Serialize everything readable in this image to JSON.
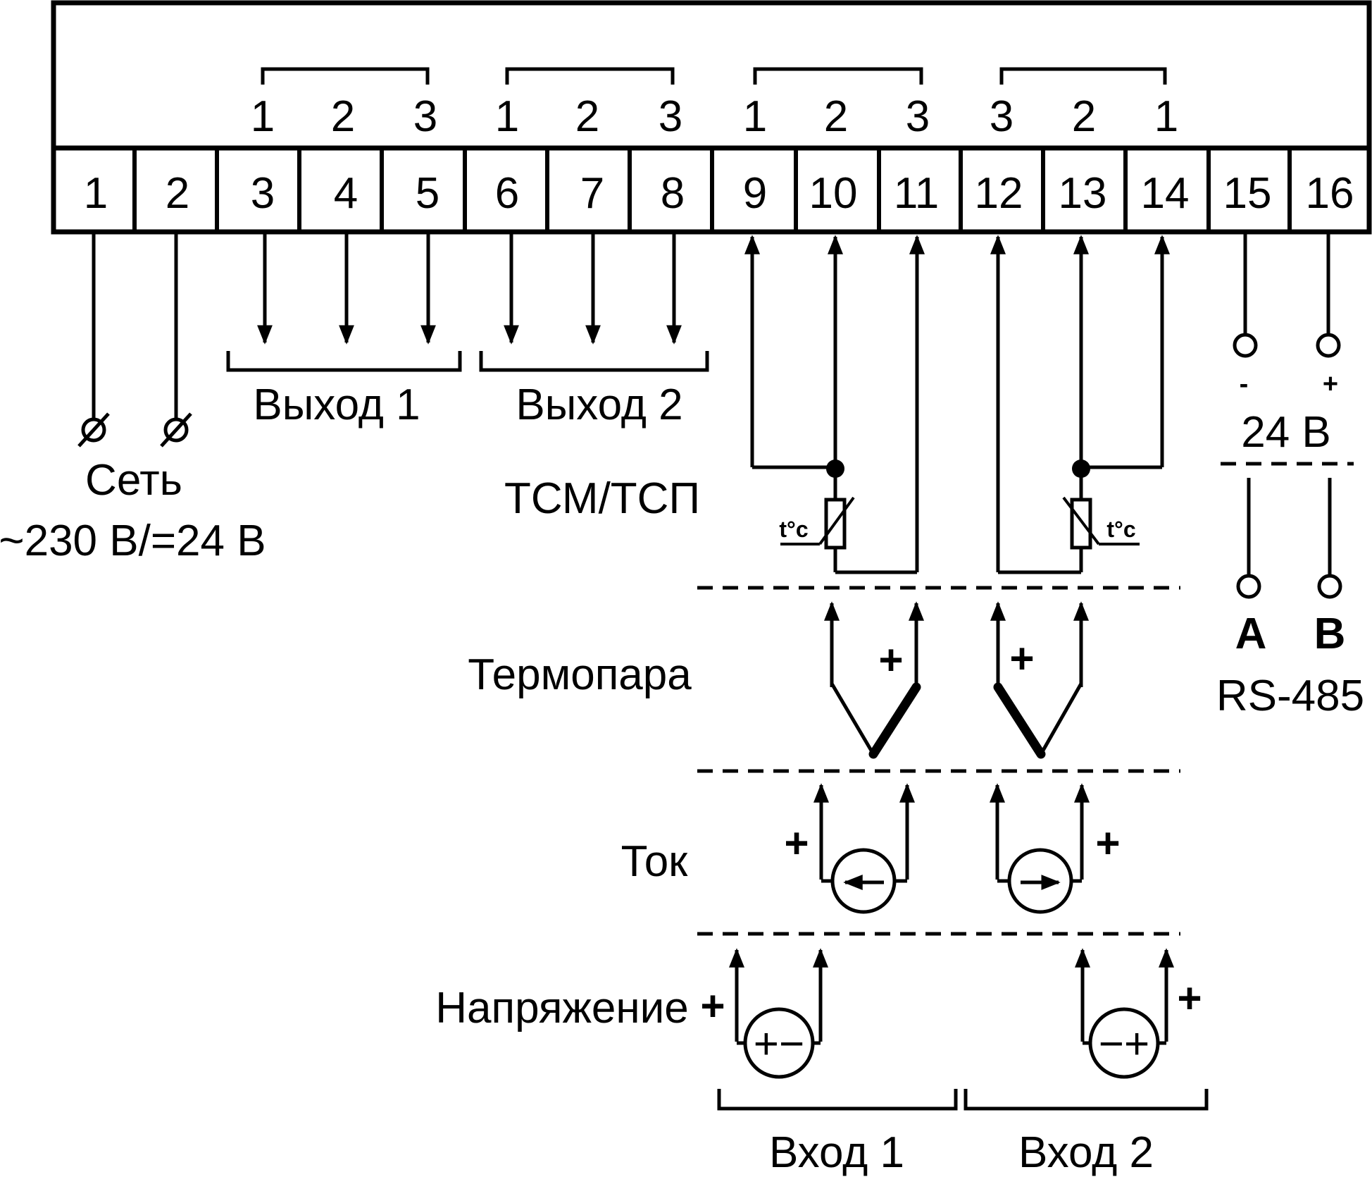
{
  "terminals": [
    "1",
    "2",
    "3",
    "4",
    "5",
    "6",
    "7",
    "8",
    "9",
    "10",
    "11",
    "12",
    "13",
    "14",
    "15",
    "16"
  ],
  "pin_groups": [
    [
      "1",
      "2",
      "3"
    ],
    [
      "1",
      "2",
      "3"
    ],
    [
      "1",
      "2",
      "3"
    ],
    [
      "3",
      "2",
      "1"
    ]
  ],
  "labels": {
    "power_name": "Сеть",
    "power_value": "~230 В/=24 В",
    "output1": "Выход 1",
    "output2": "Выход 2",
    "rtd": "ТСМ/ТСП",
    "thermocouple": "Термопара",
    "current": "Ток",
    "voltage": "Напряжение",
    "input1": "Вход 1",
    "input2": "Вход 2",
    "supply_minus": "-",
    "supply_plus": "+",
    "supply_value": "24 В",
    "rs485_a": "A",
    "rs485_b": "B",
    "rs485": "RS-485",
    "tc_symbol": "t°c",
    "plus": "+",
    "src_left": "+−",
    "src_right": "−+"
  }
}
